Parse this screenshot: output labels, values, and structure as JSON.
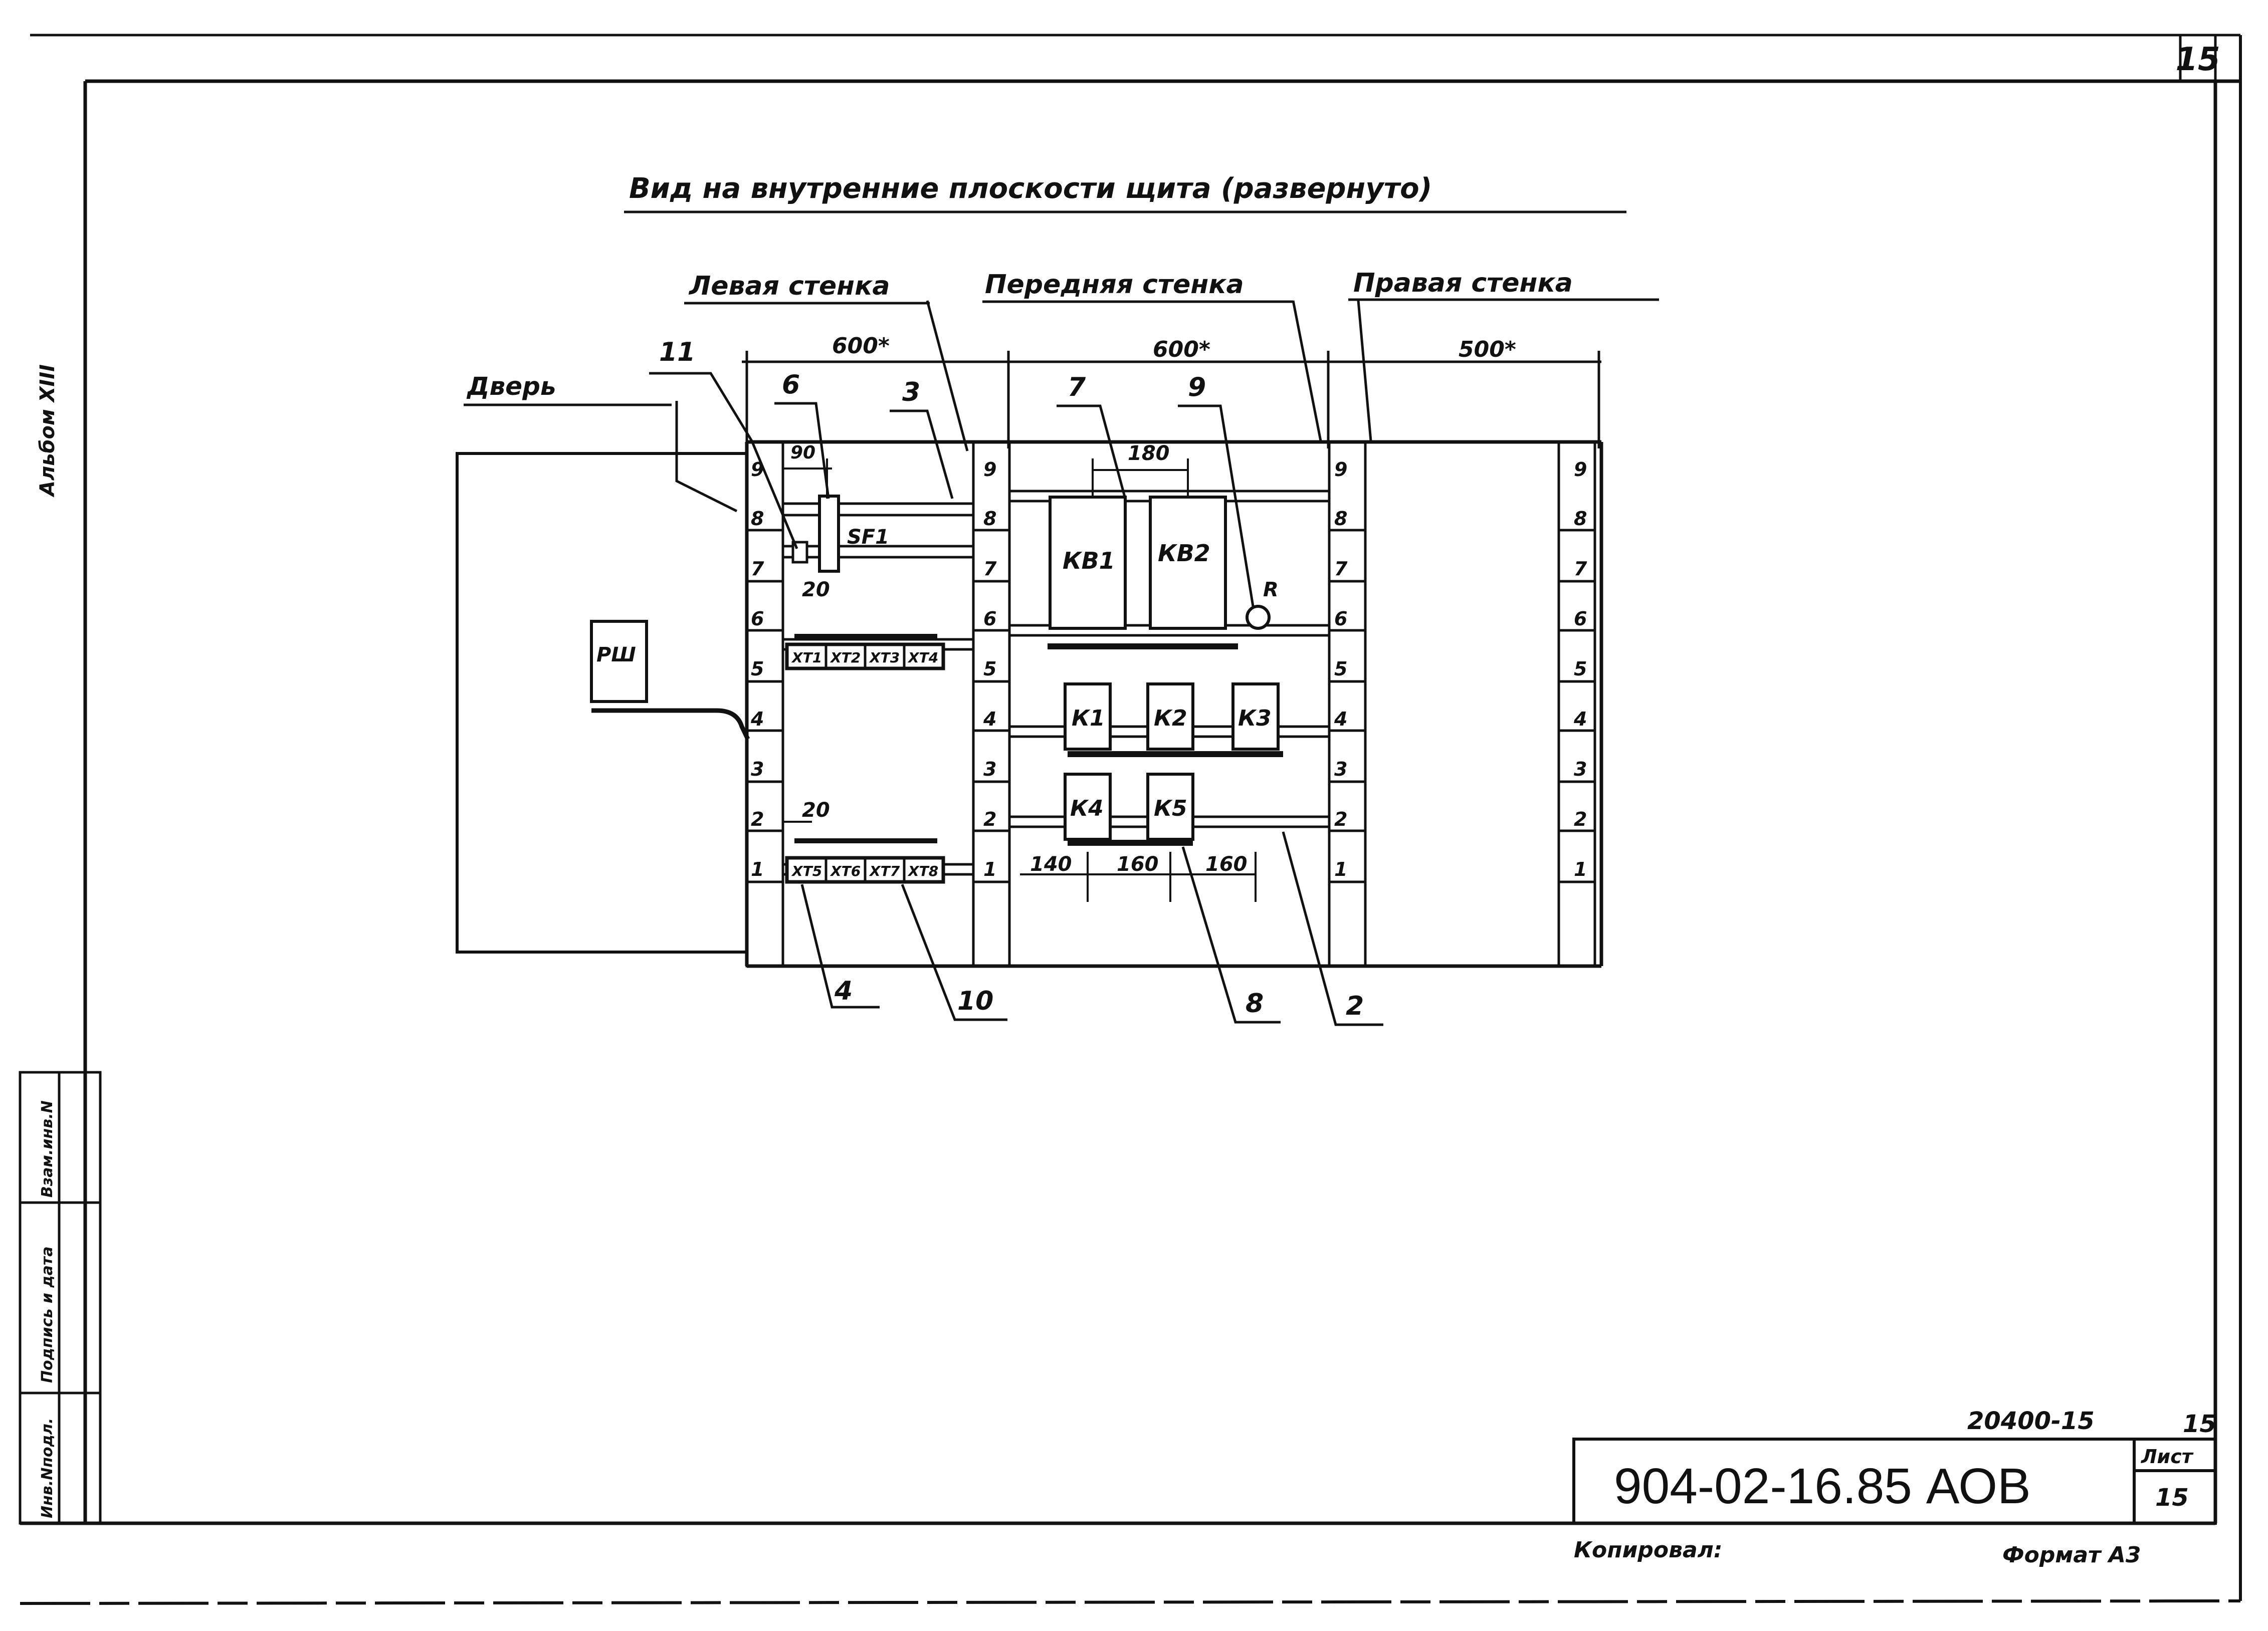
{
  "sheet": {
    "corner_number": "15",
    "title": "Вид на внутренние плоскости щита (развернуто)",
    "album_label": "Альбом XIII",
    "side_stamp": [
      "Инв.Nподл.",
      "Подпись и дата",
      "Взам.инв.N"
    ]
  },
  "walls": {
    "left": "Левая стенка",
    "front": "Передняя стенка",
    "right": "Правая стенка",
    "door": "Дверь"
  },
  "dimensions": {
    "left_width": "600*",
    "front_width": "600*",
    "right_width": "500*",
    "d90": "90",
    "d180": "180",
    "d20a": "20",
    "d20b": "20",
    "d140": "140",
    "d160a": "160",
    "d160b": "160"
  },
  "rail_labels": [
    "1",
    "2",
    "3",
    "4",
    "5",
    "6",
    "7",
    "8",
    "9"
  ],
  "components": {
    "door_device": "РШ",
    "breaker": "SF1",
    "kb1": "КВ1",
    "kb2": "КВ2",
    "k1": "К1",
    "k2": "К2",
    "k3": "К3",
    "k4": "К4",
    "k5": "К5",
    "resistor": "R",
    "terminal_top": [
      "ХТ1",
      "ХТ2",
      "ХТ3",
      "ХТ4"
    ],
    "terminal_bottom": [
      "ХТ5",
      "ХТ6",
      "ХТ7",
      "ХТ8"
    ]
  },
  "leaders": [
    "11",
    "6",
    "3",
    "7",
    "9",
    "4",
    "10",
    "8",
    "2"
  ],
  "title_block": {
    "inventory_number": "20400-15",
    "sheet_number_top": "15",
    "code": "904-02-16.85 АОВ",
    "sheet_label": "Лист",
    "sheet_number": "15",
    "copied_by": "Копировал:",
    "format_label": "Формат А3"
  }
}
